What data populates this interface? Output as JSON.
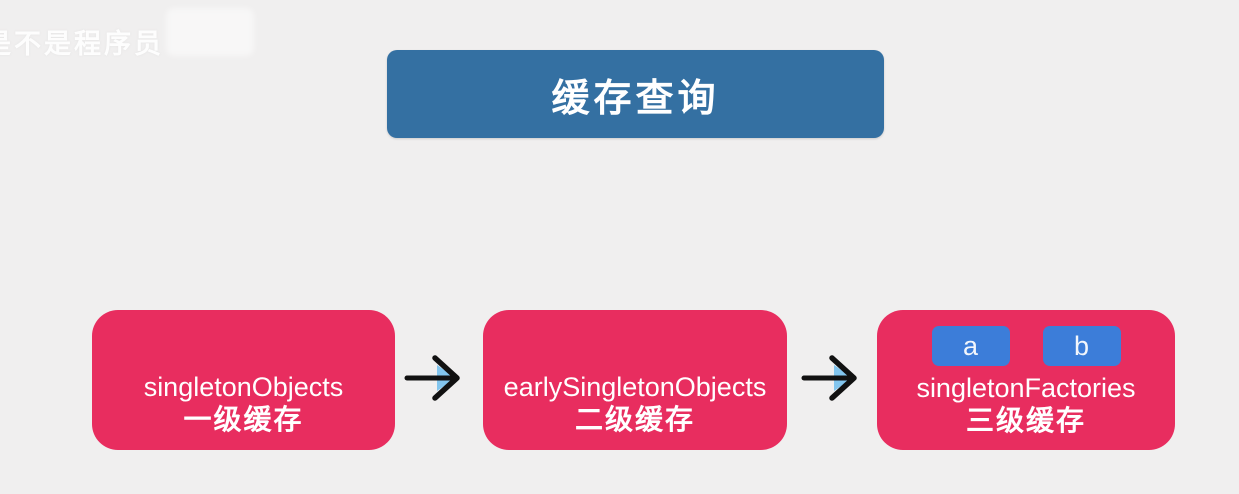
{
  "watermark": {
    "text": "是不是程序员"
  },
  "title": {
    "label": "缓存查询"
  },
  "boxes": [
    {
      "id": "level1",
      "name": "singletonObjects",
      "label": "一级缓存"
    },
    {
      "id": "level2",
      "name": "earlySingletonObjects",
      "label": "二级缓存"
    },
    {
      "id": "level3",
      "name": "singletonFactories",
      "label": "三级缓存",
      "chips": [
        "a",
        "b"
      ]
    }
  ],
  "colors": {
    "background": "#f0efef",
    "title_blue": "#3470a2",
    "box_pink": "#e82d5f",
    "chip_blue": "#3c7dd9",
    "arrow_black": "#111111",
    "arrow_accent": "#82c5ee",
    "text_white": "#ffffff"
  }
}
